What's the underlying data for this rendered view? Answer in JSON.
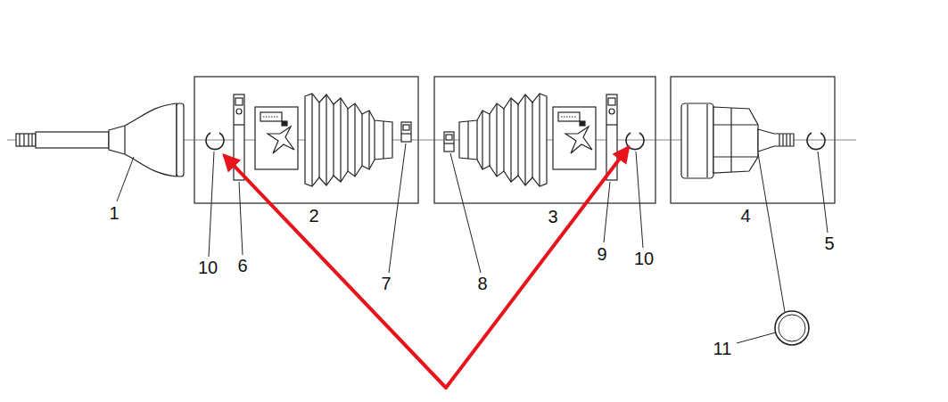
{
  "diagram": {
    "labels": [
      "1",
      "2",
      "10",
      "6",
      "7",
      "8",
      "3",
      "9",
      "10",
      "4",
      "5",
      "11"
    ]
  }
}
